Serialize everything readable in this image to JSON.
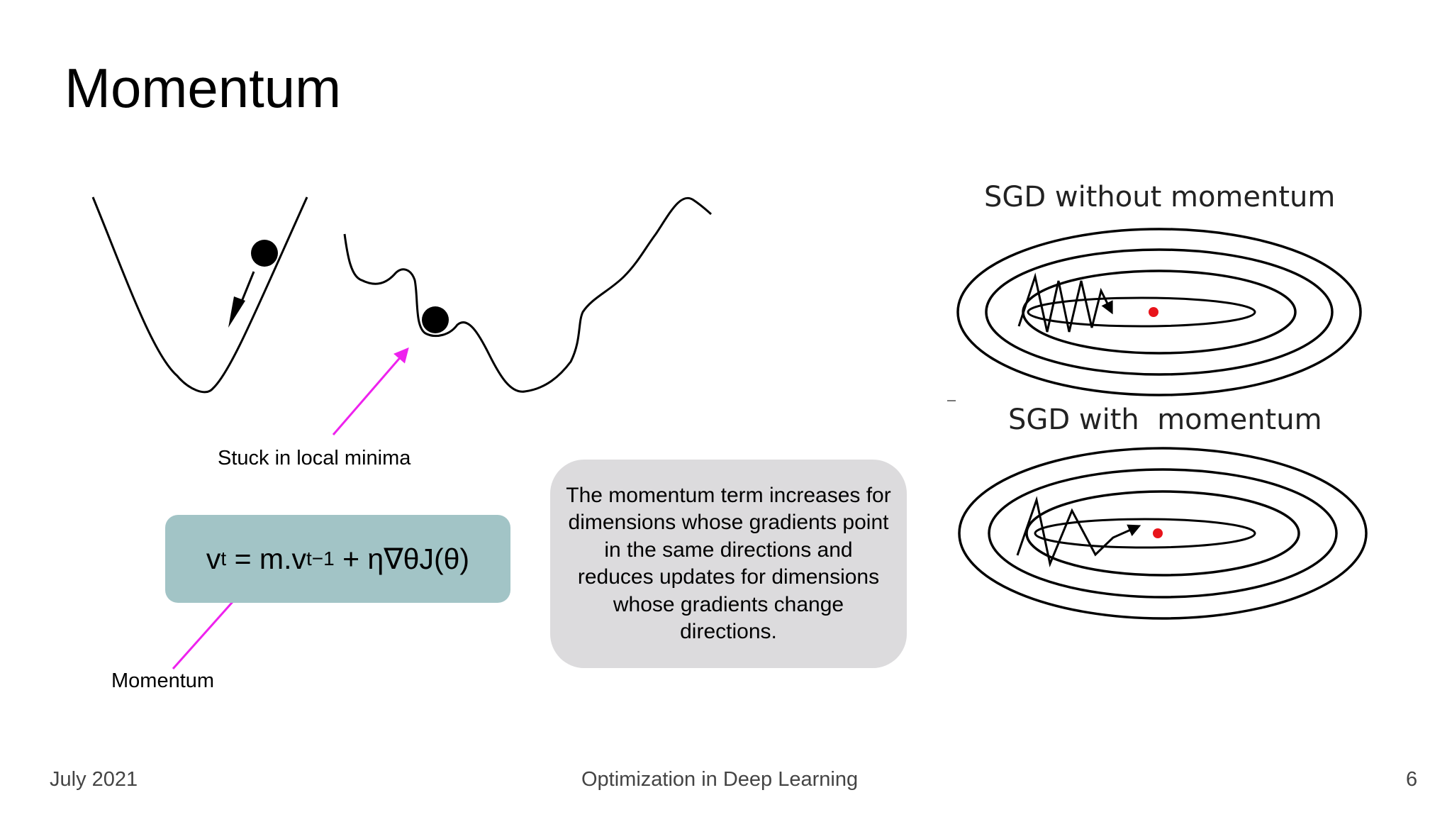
{
  "slide": {
    "title": "Momentum",
    "stuck_label": "Stuck in local minima",
    "momentum_label": "Momentum",
    "formula": {
      "v": "v",
      "sub_t": "t",
      "equals": " = m.v",
      "sub_t_minus_1": "t−1",
      "rest": " + η∇θJ(θ)"
    },
    "note": "The momentum term increases for dimensions whose gradients point in the same directions and reduces updates for dimensions whose gradients change directions.",
    "sgd_without": "SGD without momentum",
    "sgd_with": "SGD with  momentum"
  },
  "footer": {
    "date": "July 2021",
    "course": "Optimization in Deep Learning",
    "page": "6"
  },
  "colors": {
    "arrow_magenta": "#ee22ee",
    "formula_bg": "#a2c4c6",
    "note_bg": "#dcdbdd",
    "optimum_red": "#e8141b"
  }
}
